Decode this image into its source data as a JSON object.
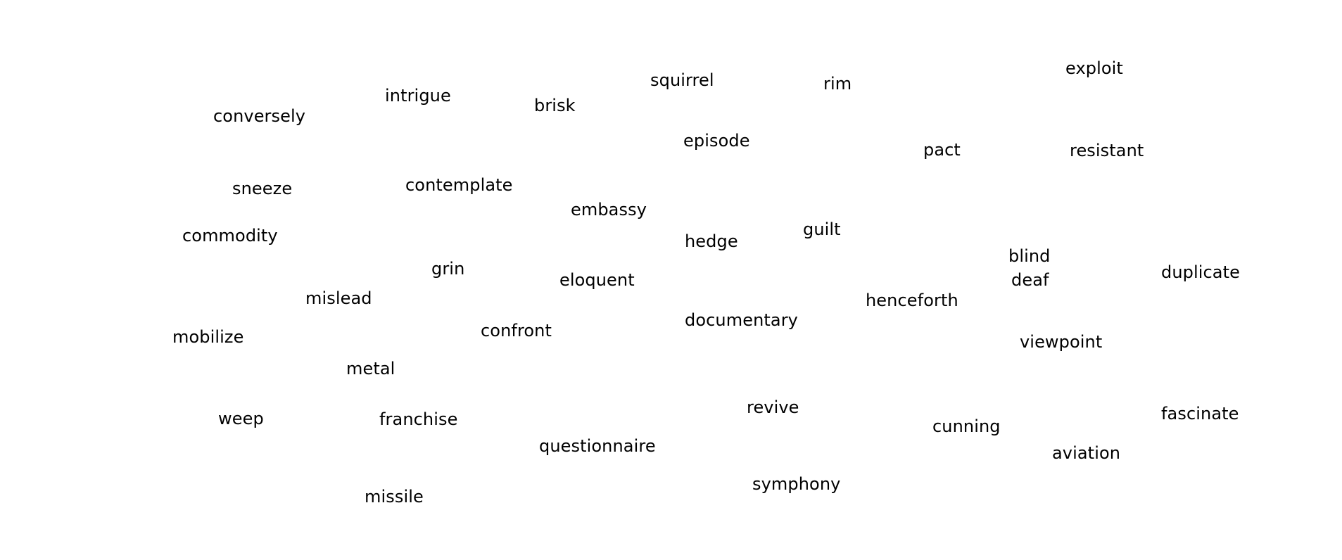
{
  "words": [
    "exploit",
    "squirrel",
    "rim",
    "intrigue",
    "brisk",
    "conversely",
    "episode",
    "pact",
    "resistant",
    "sneeze",
    "contemplate",
    "embassy",
    "guilt",
    "commodity",
    "hedge",
    "blind",
    "duplicate",
    "grin",
    "eloquent",
    "deaf",
    "mislead",
    "henceforth",
    "documentary",
    "confront",
    "mobilize",
    "viewpoint",
    "metal",
    "revive",
    "fascinate",
    "weep",
    "franchise",
    "cunning",
    "questionnaire",
    "aviation",
    "symphony",
    "missile"
  ]
}
